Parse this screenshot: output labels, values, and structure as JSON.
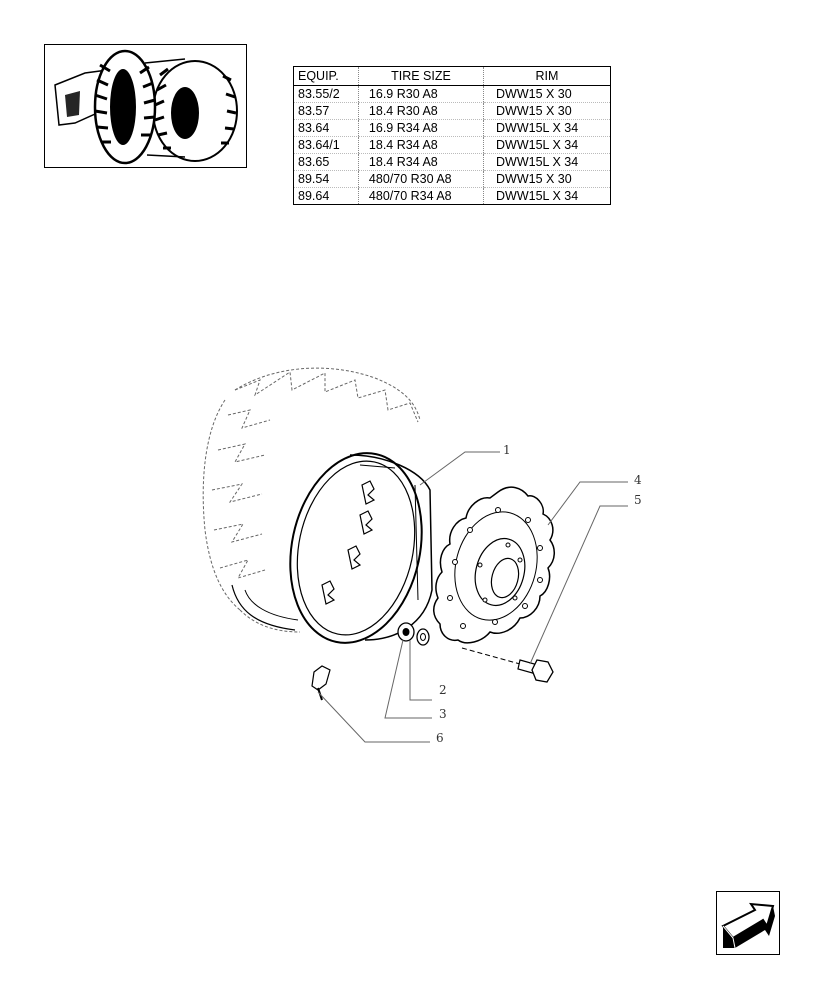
{
  "thumbnail": {
    "icon": "tractor-rear-wheel-icon"
  },
  "table": {
    "headers": {
      "equip": "EQUIP.",
      "tire_size": "TIRE SIZE",
      "rim": "RIM"
    },
    "rows": [
      {
        "equip": "83.55/2",
        "tire_size": "16.9 R30 A8",
        "rim": "DWW15 X 30"
      },
      {
        "equip": "83.57",
        "tire_size": "18.4 R30 A8",
        "rim": "DWW15 X 30"
      },
      {
        "equip": "83.64",
        "tire_size": "16.9 R34 A8",
        "rim": "DWW15L X 34"
      },
      {
        "equip": "83.64/1",
        "tire_size": "18.4 R34 A8",
        "rim": "DWW15L X 34"
      },
      {
        "equip": "83.65",
        "tire_size": "18.4 R34 A8",
        "rim": "DWW15L X 34"
      },
      {
        "equip": "89.54",
        "tire_size": "480/70 R30 A8",
        "rim": "DWW15 X 30"
      },
      {
        "equip": "89.64",
        "tire_size": "480/70 R34 A8",
        "rim": "DWW15L X 34"
      }
    ]
  },
  "callouts": {
    "c1": "1",
    "c2": "2",
    "c3": "3",
    "c4": "4",
    "c5": "5",
    "c6": "6"
  },
  "nav": {
    "icon": "next-page-arrow-icon"
  }
}
